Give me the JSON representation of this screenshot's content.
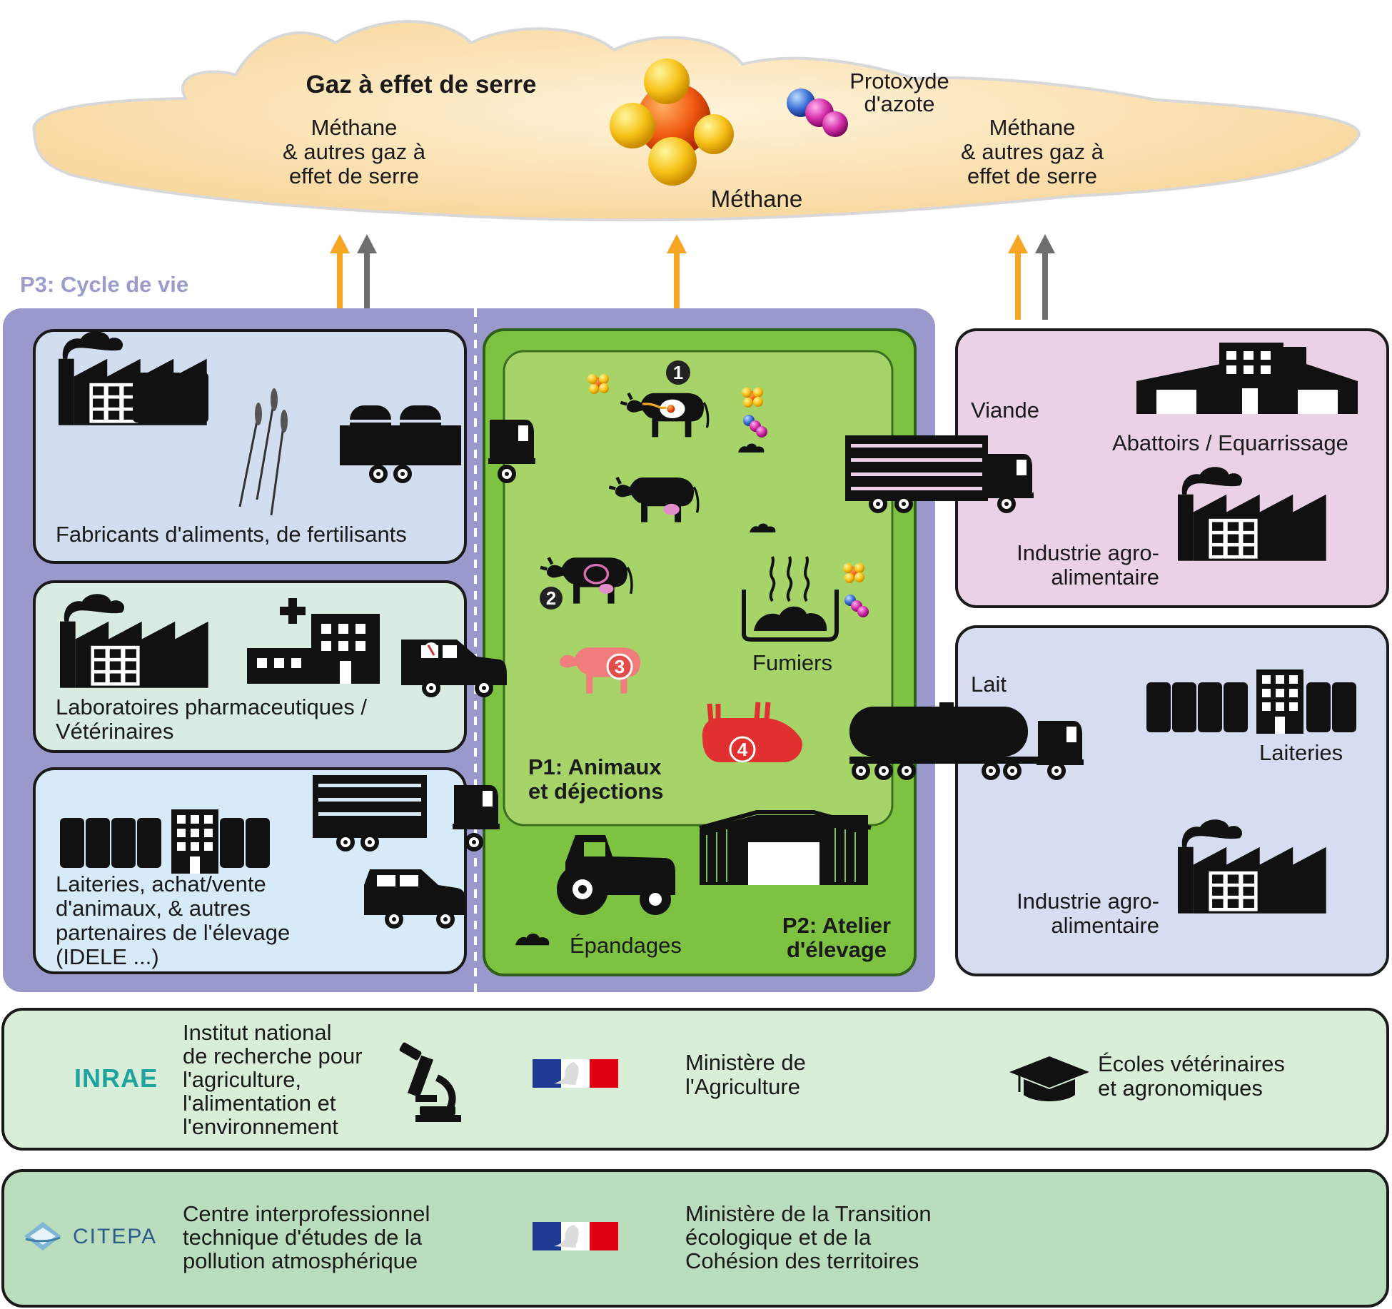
{
  "cloud": {
    "title": "Gaz à effet de serre",
    "left_text": "Méthane\n& autres gaz à\neffet de serre",
    "right_text": "Méthane\n& autres gaz à\neffet de serre",
    "methane": "Méthane",
    "n2o": "Protoxyde\nd'azote"
  },
  "p3": {
    "label": "P3: Cycle de vie",
    "box1": "Fabricants d'aliments, de fertilisants",
    "box2": "Laboratoires pharmaceutiques /\nVétérinaires",
    "box3": "Laiteries, achat/vente\nd'animaux, & autres\npartenaires de l'élevage\n(IDELE ...)"
  },
  "p1": {
    "label": "P1: Animaux\net déjections",
    "fumiers": "Fumiers",
    "markers": [
      "1",
      "2",
      "3",
      "4"
    ]
  },
  "p2": {
    "label": "P2: Atelier\nd'élevage",
    "epandages": "Épandages"
  },
  "right": {
    "viande": "Viande",
    "abattoirs": "Abattoirs / Equarrissage",
    "industrie1": "Industrie agro-\nalimentaire",
    "lait": "Lait",
    "laiteries": "Laiteries",
    "industrie2": "Industrie agro-\nalimentaire"
  },
  "partners1": {
    "inrae_logo": "INRAE",
    "inrae_text": "Institut national\nde recherche pour\nl'agriculture,\nl'alimentation et\nl'environnement",
    "ministry": "Ministère de\nl'Agriculture",
    "schools": "Écoles vétérinaires\net agronomiques"
  },
  "partners2": {
    "citepa_logo": "CITEPA",
    "citepa_text": "Centre interprofessionnel\ntechnique d'études de la\npollution atmosphérique",
    "ministry": "Ministère de la Transition\nécologique et de la\nCohésion des territoires"
  },
  "colors": {
    "p3_frame": "#9999cc",
    "box1_fill": "#d3ddf0",
    "box2_fill": "#d8ece1",
    "box3_fill": "#d6eaf8",
    "p2_fill": "#7ec242",
    "p1_fill": "#a6d469",
    "right_top_fill": "#ead1e6",
    "right_bottom_fill": "#d7ddf0",
    "partners1_fill": "#d9eed9",
    "partners2_fill": "#b9ddbd",
    "arrow_orange": "#f6a623",
    "arrow_grey": "#6e6e6e",
    "cloud_fill": "#fde3b7"
  }
}
